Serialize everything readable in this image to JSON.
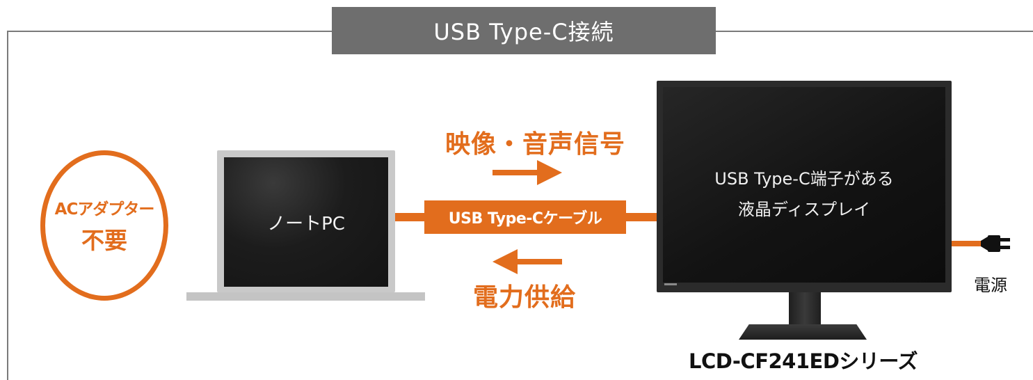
{
  "header": {
    "title": "USB Type-C接続"
  },
  "ac_adapter": {
    "line1": "ACアダプター",
    "line2": "不要"
  },
  "laptop": {
    "label": "ノートPC"
  },
  "cable": {
    "label": "USB Type-Cケーブル"
  },
  "flows": {
    "signal_label": "映像・音声信号",
    "power_label": "電力供給"
  },
  "monitor": {
    "line1": "USB Type-C端子がある",
    "line2": "液晶ディスプレイ",
    "model": "LCD-CF241EDシリーズ"
  },
  "power": {
    "label": "電源"
  },
  "colors": {
    "accent": "#e26d1d",
    "header_bg": "#6e6e6e",
    "frame": "#7a7a7a"
  }
}
